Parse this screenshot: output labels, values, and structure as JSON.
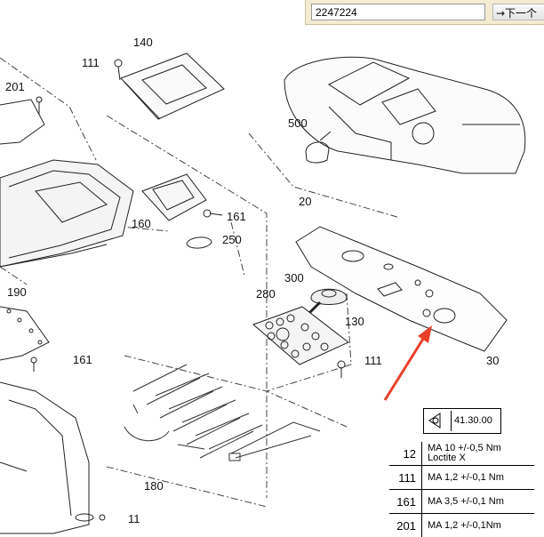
{
  "find_bar": {
    "search_value": "2247224",
    "next_label": "→下一个"
  },
  "callouts": {
    "c140": "140",
    "c111_top": "111",
    "c201": "201",
    "c500": "500",
    "c20": "20",
    "c160": "160",
    "c161_top": "161",
    "c250": "250",
    "c300": "300",
    "c280": "280",
    "c130": "130",
    "c190": "190",
    "c161_left": "161",
    "c111_mid": "111",
    "c30": "30",
    "c180": "180",
    "c11": "11"
  },
  "spec_header": {
    "code": "41.30.00"
  },
  "spec_table": [
    {
      "num": "12",
      "line1": "MA 10 +/-0,5 Nm",
      "line2": "Loctite X"
    },
    {
      "num": "111",
      "line1": "MA 1,2 +/-0,1 Nm",
      "line2": ""
    },
    {
      "num": "161",
      "line1": "MA 3,5 +/-0,1 Nm",
      "line2": ""
    },
    {
      "num": "201",
      "line1": "MA 1,2 +/-0,1Nm",
      "line2": ""
    }
  ],
  "colors": {
    "arrow": "#e8402a",
    "findbar_bg": "#f3ecd2"
  }
}
